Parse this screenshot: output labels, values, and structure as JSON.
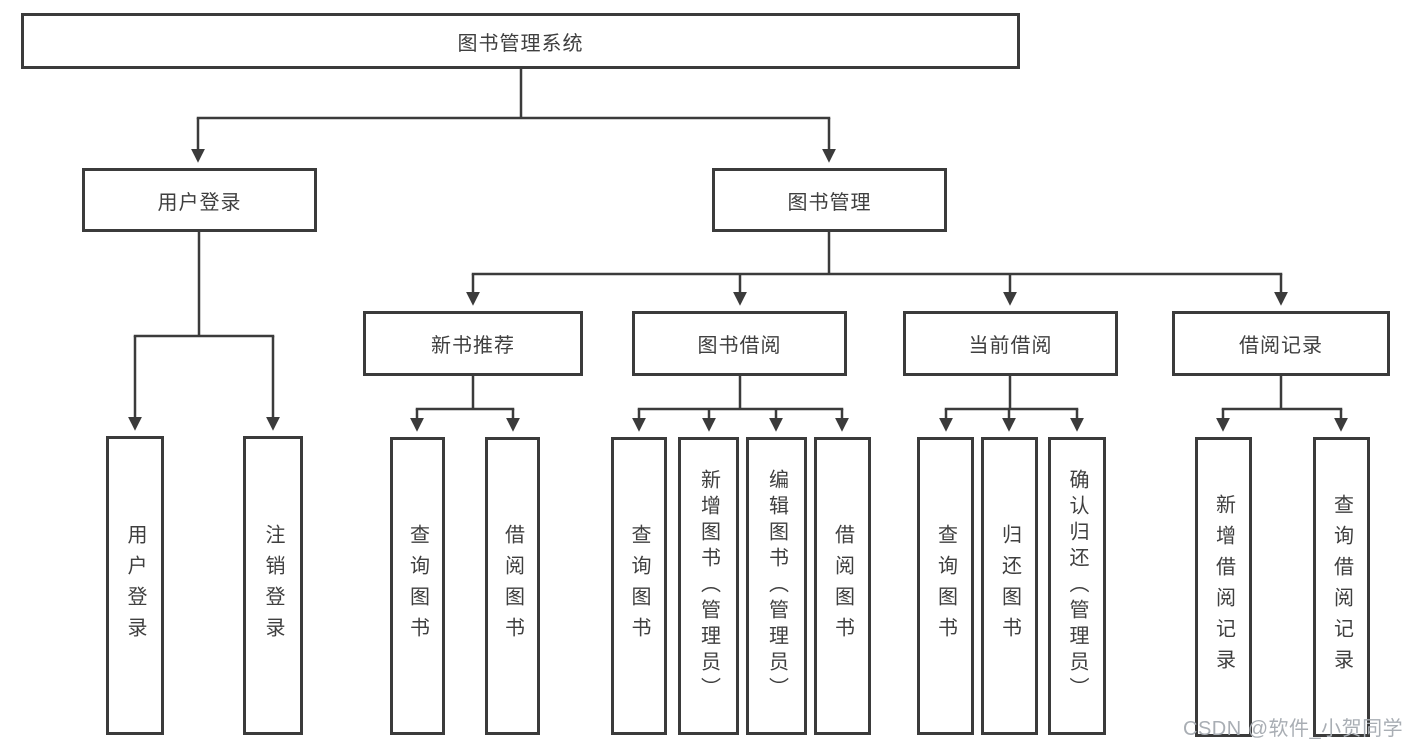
{
  "tree": {
    "root": "图书管理系统",
    "branches": [
      {
        "label": "用户登录",
        "children": [
          "用户登录",
          "注销登录"
        ]
      },
      {
        "label": "图书管理",
        "sections": [
          {
            "label": "新书推荐",
            "children": [
              "查询图书",
              "借阅图书"
            ]
          },
          {
            "label": "图书借阅",
            "children": [
              "查询图书",
              "新增图书（管理员）",
              "编辑图书（管理员）",
              "借阅图书"
            ]
          },
          {
            "label": "当前借阅",
            "children": [
              "查询图书",
              "归还图书",
              "确认归还（管理员）"
            ]
          },
          {
            "label": "借阅记录",
            "children": [
              "新增借阅记录",
              "查询借阅记录"
            ]
          }
        ]
      }
    ]
  },
  "watermark": "CSDN @软件_小贺同学",
  "colors": {
    "line": "#3b3b3b",
    "text": "#3f3f3f",
    "background": "#ffffff",
    "watermark": "#a9aeb4"
  }
}
